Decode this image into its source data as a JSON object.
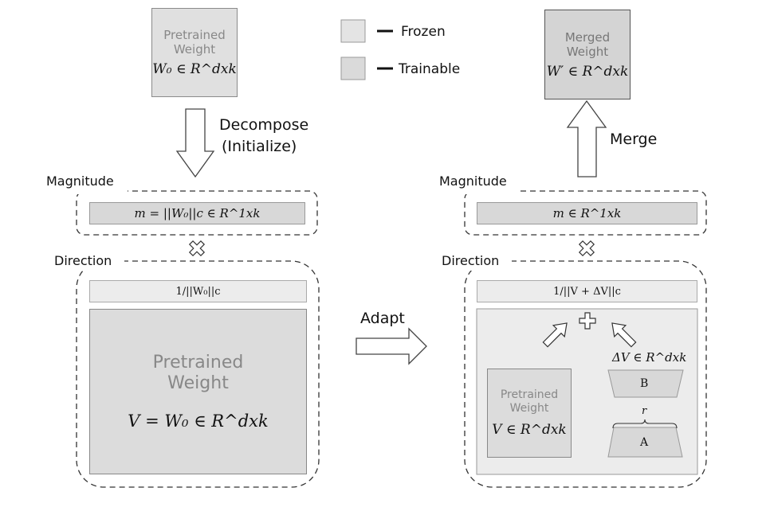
{
  "legend": {
    "frozen": "Frozen",
    "trainable": "Trainable"
  },
  "left": {
    "top_box": {
      "label": "Pretrained Weight",
      "formula": "W₀ ∈ R^dxk"
    },
    "decompose_label": "Decompose",
    "initialize_label": "(Initialize)",
    "magnitude_label": "Magnitude",
    "magnitude_formula": "m = ||W₀||c ∈ R^1xk",
    "direction_label": "Direction",
    "norm_formula": "1/||W₀||c",
    "weight_label": "Pretrained Weight",
    "weight_formula": "V = W₀ ∈ R^dxk"
  },
  "adapt_label": "Adapt",
  "right": {
    "top_box": {
      "label": "Merged Weight",
      "formula": "W′ ∈ R^dxk"
    },
    "merge_label": "Merge",
    "magnitude_label": "Magnitude",
    "magnitude_formula": "m ∈ R^1xk",
    "direction_label": "Direction",
    "norm_formula": "1/||V + ΔV||c",
    "weight_label": "Pretrained Weight",
    "weight_formula": "V ∈ R^dxk",
    "delta_formula": "ΔV ∈ R^dxk",
    "b_label": "B",
    "a_label": "A",
    "rank_label": "r"
  },
  "colors": {
    "frozen_fill": "#e2e2e2",
    "trainable_fill": "#d6d6d6",
    "border": "#8a8a8a"
  }
}
